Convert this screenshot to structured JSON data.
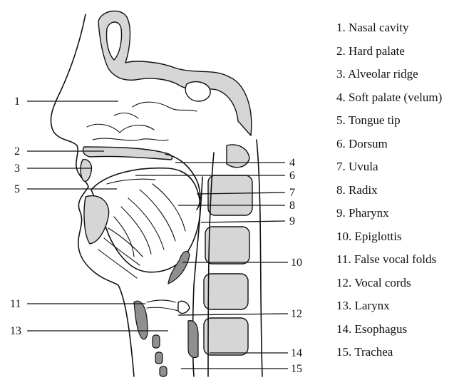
{
  "legend": [
    "1. Nasal cavity",
    "2. Hard palate",
    "3. Alveolar ridge",
    "4. Soft palate (velum)",
    "5. Tongue tip",
    "6. Dorsum",
    "7. Uvula",
    "8. Radix",
    "9. Pharynx",
    "10. Epiglottis",
    "11. False vocal folds",
    "12. Vocal cords",
    "13. Larynx",
    "14. Esophagus",
    "15. Trachea"
  ],
  "callouts": {
    "n1": "1",
    "n2": "2",
    "n3": "3",
    "n4": "4",
    "n5": "5",
    "n6": "6",
    "n7": "7",
    "n8": "8",
    "n9": "9",
    "n10": "10",
    "n11": "11",
    "n12": "12",
    "n13": "13",
    "n14": "14",
    "n15": "15"
  },
  "colors": {
    "bone": "#d6d6d6",
    "cartilage": "#8f8f8f",
    "line": "#111111"
  }
}
